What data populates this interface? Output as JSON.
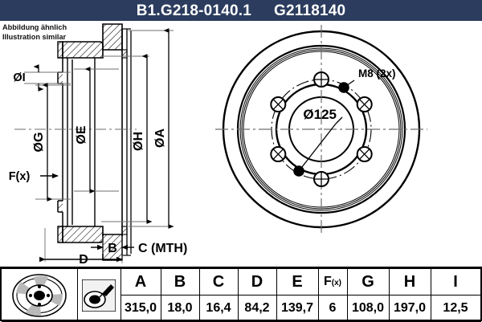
{
  "header": {
    "part_number": "B1.G218-0140.1",
    "article_number": "G2118140"
  },
  "notice": {
    "line_de": "Abbildung ähnlich",
    "line_en": "Illustration similar"
  },
  "section_view": {
    "dimension_labels": {
      "diameter_i": "ØI",
      "diameter_g": "ØG",
      "diameter_e": "ØE",
      "diameter_h": "ØH",
      "diameter_a": "ØA",
      "f_x": "F(x)",
      "b": "B",
      "c": "C (MTH)",
      "d": "D"
    }
  },
  "face_view": {
    "thread_label": "M8 (2x)",
    "bolt_circle_label": "Ø125"
  },
  "icons": {
    "disc": "brake-disc-icon",
    "caliper": "caliper-measure-icon"
  },
  "spec_table": {
    "headers": [
      "A",
      "B",
      "C",
      "D",
      "E",
      "F(x)",
      "G",
      "H",
      "I"
    ],
    "fx_base": "F",
    "fx_sub": "(x)",
    "values": [
      "315,0",
      "18,0",
      "16,4",
      "84,2",
      "139,7",
      "6",
      "108,0",
      "197,0",
      "12,5"
    ]
  },
  "colors": {
    "header_bg": "#2b3c5e",
    "header_text": "#ffffff",
    "line": "#000000",
    "center_line": "#6f6f6f"
  }
}
